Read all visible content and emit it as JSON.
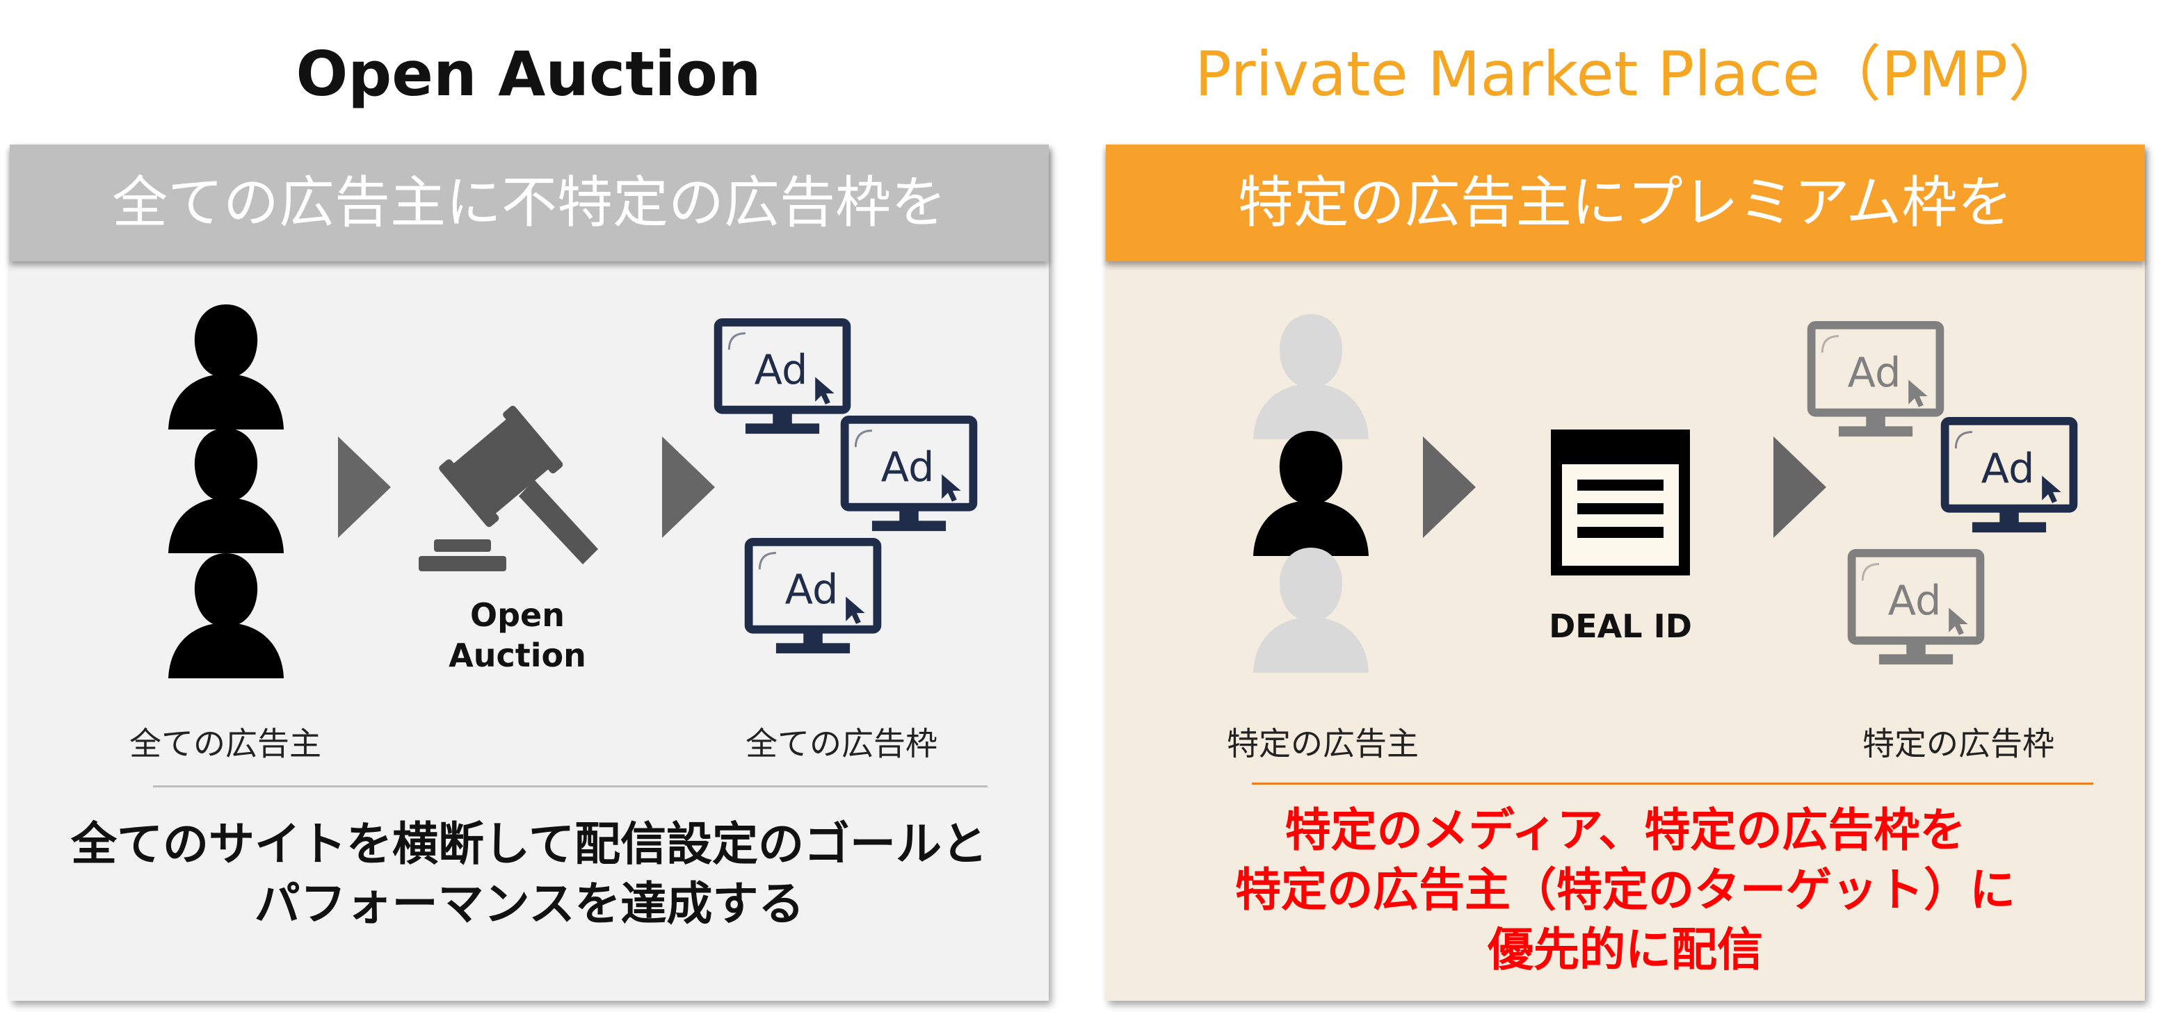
{
  "left": {
    "title": "Open Auction",
    "header": "全ての広告主に不特定の広告枠を",
    "mid_label_line1": "Open",
    "mid_label_line2": "Auction",
    "caption_advertisers": "全ての広告主",
    "caption_slots": "全ての広告枠",
    "summary_line1": "全てのサイトを横断して配信設定のゴールと",
    "summary_line2": "パフォーマンスを達成する"
  },
  "right": {
    "title": "Private Market Place（PMP）",
    "header": "特定の広告主にプレミアム枠を",
    "mid_label": "DEAL ID",
    "caption_advertisers": "特定の広告主",
    "caption_slots": "特定の広告枠",
    "summary_line1": "特定のメディア、特定の広告枠を",
    "summary_line2": "特定の広告主（特定のターゲット）に",
    "summary_line3": "優先的に配信"
  },
  "monitor_text": "Ad",
  "colors": {
    "accent_orange": "#F5A623",
    "header_gray": "#bfbfbf",
    "header_orange": "#F7A02A",
    "monitor_navy": "#1f2d4a",
    "summary_red": "#ff0000"
  }
}
